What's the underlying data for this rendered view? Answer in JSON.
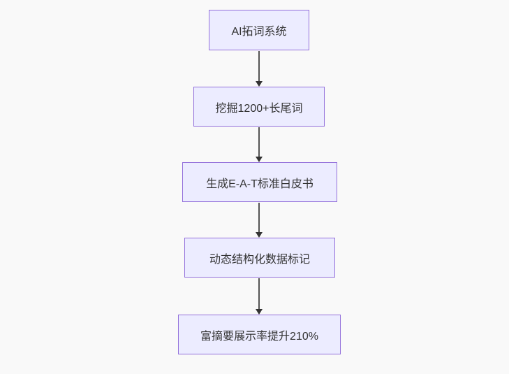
{
  "flowchart": {
    "type": "flowchart",
    "direction": "top-down",
    "nodes": [
      {
        "id": "n1",
        "label": "AI拓词系统"
      },
      {
        "id": "n2",
        "label": "挖掘1200+长尾词"
      },
      {
        "id": "n3",
        "label": "生成E-A-T标准白皮书"
      },
      {
        "id": "n4",
        "label": "动态结构化数据标记"
      },
      {
        "id": "n5",
        "label": "富摘要展示率提升210%"
      }
    ],
    "edges": [
      {
        "from": "n1",
        "to": "n2"
      },
      {
        "from": "n2",
        "to": "n3"
      },
      {
        "from": "n3",
        "to": "n4"
      },
      {
        "from": "n4",
        "to": "n5"
      }
    ],
    "colors": {
      "background": "#f9f9f9",
      "node_fill": "#ECECFF",
      "node_border": "#9370DB",
      "text": "#333333",
      "arrow_line": "#555555",
      "arrow_head": "#333333"
    }
  }
}
